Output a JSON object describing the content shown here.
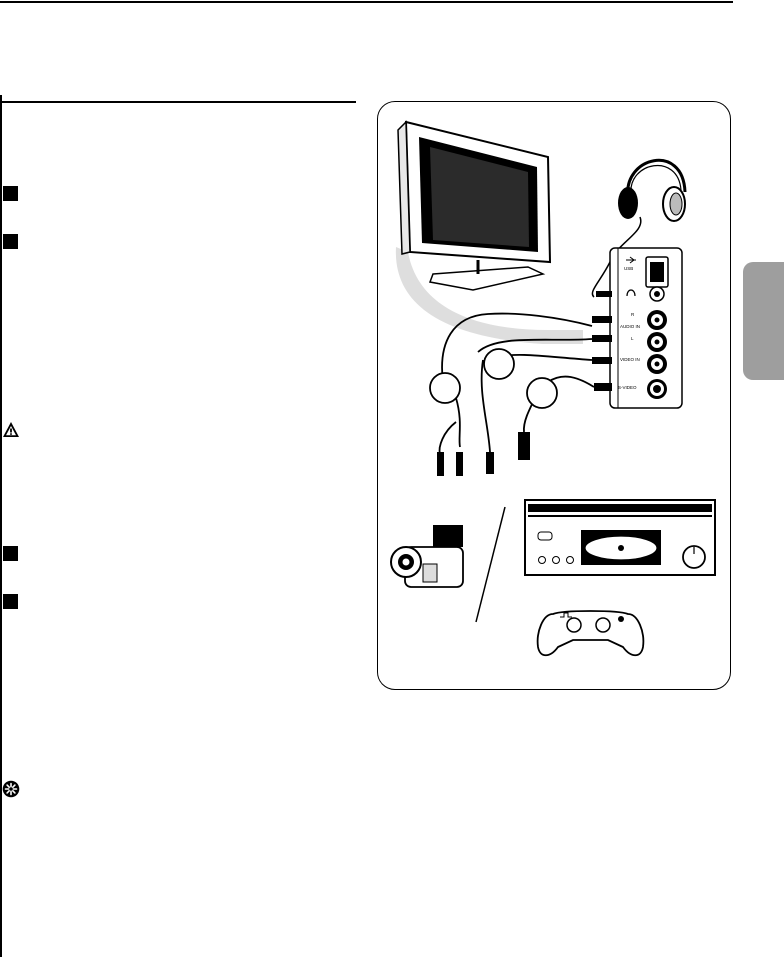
{
  "panel_labels": {
    "usb": "USB",
    "audio_r": "R",
    "audio_in": "AUDIO IN",
    "audio_l": "L",
    "video_in": "VIDEO IN",
    "svideo": "S-VIDEO"
  },
  "colors": {
    "text": "#000000",
    "side_tab": "#9e9e9e",
    "swoosh": "#dedede",
    "background": "#ffffff"
  },
  "icons": [
    "warning-icon",
    "tip-icon",
    "headphones-icon",
    "tv-icon",
    "camcorder-icon",
    "dvd-player-icon",
    "game-controller-icon"
  ]
}
